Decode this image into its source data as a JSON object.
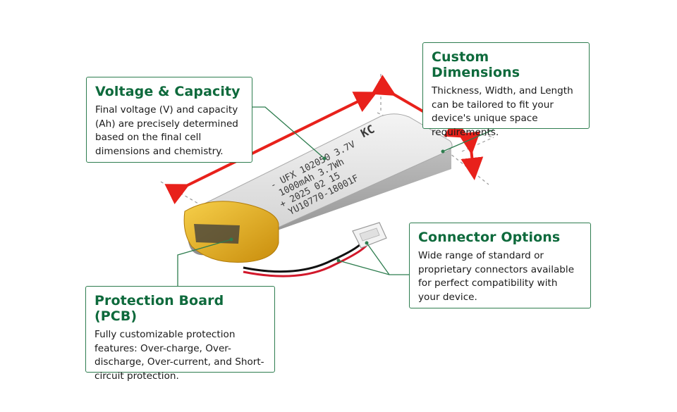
{
  "callouts": {
    "voltage": {
      "title": "Voltage & Capacity",
      "body": "Final voltage (V) and capacity (Ah) are precisely determined based on the final cell dimensions and chemistry."
    },
    "dimensions": {
      "title": "Custom Dimensions",
      "body": "Thickness, Width, and Length can be tailored to fit your device's unique space requirements."
    },
    "connector": {
      "title": "Connector Options",
      "body": "Wide range of standard or proprietary connectors available for perfect compatibility with your device."
    },
    "pcb": {
      "title": "Protection Board (PCB)",
      "body": "Fully customizable protection features: Over-charge, Over-discharge, Over-current, and Short-circuit protection."
    }
  },
  "battery_label": {
    "line1": "- UFX 102050 3.7V",
    "line2": "1000mAh 3.7Wh",
    "line3": "+ 2025 02 15",
    "line4": "YU10770-18001F",
    "mark": "KC"
  },
  "colors": {
    "accent_green": "#0e6a3c",
    "border_green": "#2e7d4f",
    "arrow_red": "#e8211b",
    "battery_silver": "#d9d9d9",
    "tape_yellow": "#e8b21e"
  }
}
